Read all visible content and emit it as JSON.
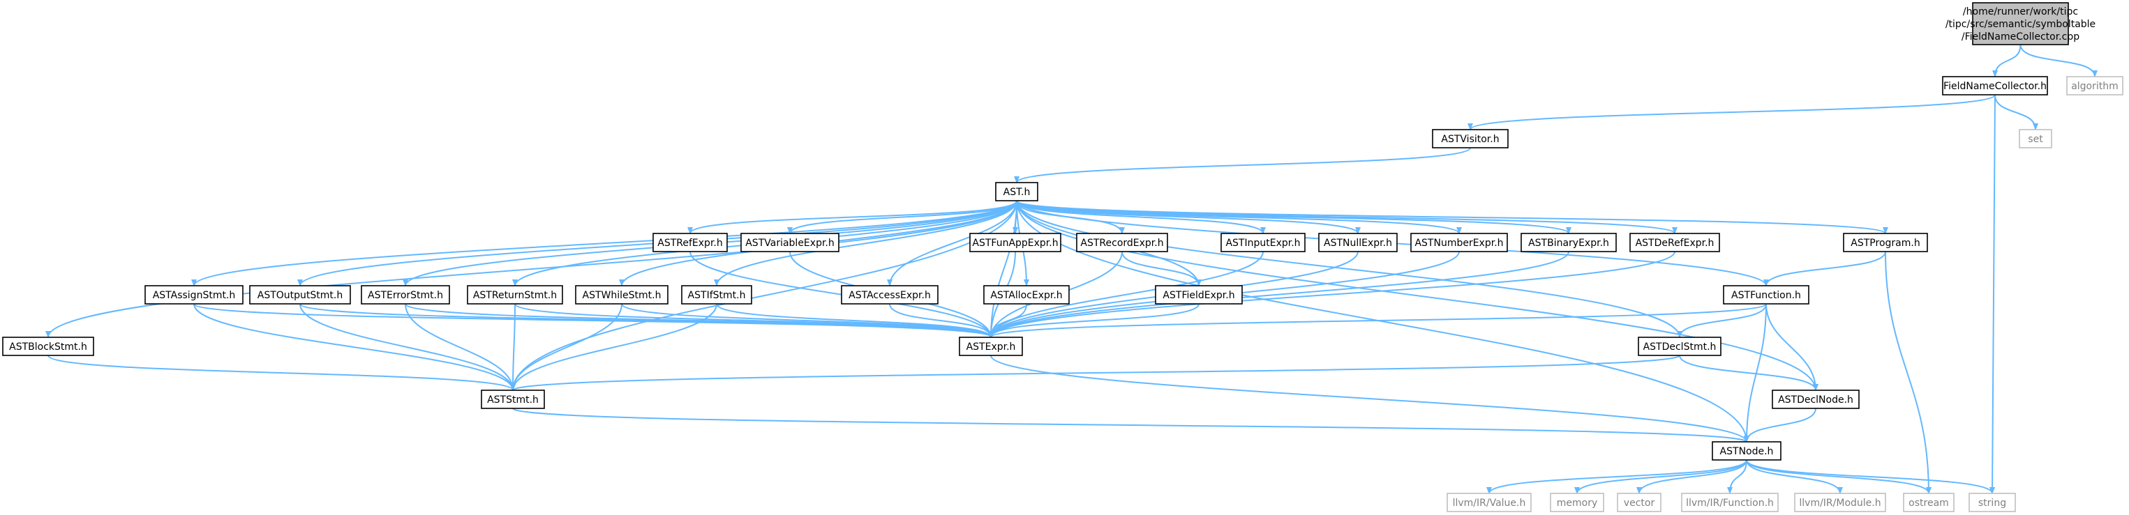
{
  "graph": {
    "colors": {
      "edge": "#63b8ff",
      "root_fill": "#bfbfbf",
      "root_border": "#000000",
      "header_fill": "#ffffff",
      "header_border": "#000000",
      "external_border": "#bfbfbf",
      "external_text": "#808080",
      "text": "#000000"
    },
    "nodes": [
      {
        "id": "root",
        "lines": [
          "/home/runner/work/tipc",
          "/tipc/src/semantic/symboltable",
          "/FieldNameCollector.cpp"
        ],
        "kind": "root"
      },
      {
        "id": "fieldnamecollector_h",
        "lines": [
          "FieldNameCollector.h"
        ],
        "kind": "header"
      },
      {
        "id": "algorithm",
        "lines": [
          "algorithm"
        ],
        "kind": "external"
      },
      {
        "id": "astvisitor_h",
        "lines": [
          "ASTVisitor.h"
        ],
        "kind": "header"
      },
      {
        "id": "set",
        "lines": [
          "set"
        ],
        "kind": "external"
      },
      {
        "id": "ast_h",
        "lines": [
          "AST.h"
        ],
        "kind": "header"
      },
      {
        "id": "astrefexpr_h",
        "lines": [
          "ASTRefExpr.h"
        ],
        "kind": "header"
      },
      {
        "id": "astvariableexpr_h",
        "lines": [
          "ASTVariableExpr.h"
        ],
        "kind": "header"
      },
      {
        "id": "astfunappexpr_h",
        "lines": [
          "ASTFunAppExpr.h"
        ],
        "kind": "header"
      },
      {
        "id": "astrecordexpr_h",
        "lines": [
          "ASTRecordExpr.h"
        ],
        "kind": "header"
      },
      {
        "id": "astinputexpr_h",
        "lines": [
          "ASTInputExpr.h"
        ],
        "kind": "header"
      },
      {
        "id": "astnullexpr_h",
        "lines": [
          "ASTNullExpr.h"
        ],
        "kind": "header"
      },
      {
        "id": "astnumberexpr_h",
        "lines": [
          "ASTNumberExpr.h"
        ],
        "kind": "header"
      },
      {
        "id": "astbinaryexpr_h",
        "lines": [
          "ASTBinaryExpr.h"
        ],
        "kind": "header"
      },
      {
        "id": "astderefexpr_h",
        "lines": [
          "ASTDeRefExpr.h"
        ],
        "kind": "header"
      },
      {
        "id": "astprogram_h",
        "lines": [
          "ASTProgram.h"
        ],
        "kind": "header"
      },
      {
        "id": "astassignstmt_h",
        "lines": [
          "ASTAssignStmt.h"
        ],
        "kind": "header"
      },
      {
        "id": "astoutputstmt_h",
        "lines": [
          "ASTOutputStmt.h"
        ],
        "kind": "header"
      },
      {
        "id": "asterrorstmt_h",
        "lines": [
          "ASTErrorStmt.h"
        ],
        "kind": "header"
      },
      {
        "id": "astreturnstmt_h",
        "lines": [
          "ASTReturnStmt.h"
        ],
        "kind": "header"
      },
      {
        "id": "astwhilestmt_h",
        "lines": [
          "ASTWhileStmt.h"
        ],
        "kind": "header"
      },
      {
        "id": "astifstmt_h",
        "lines": [
          "ASTIfStmt.h"
        ],
        "kind": "header"
      },
      {
        "id": "astaccessexpr_h",
        "lines": [
          "ASTAccessExpr.h"
        ],
        "kind": "header"
      },
      {
        "id": "astallocexpr_h",
        "lines": [
          "ASTAllocExpr.h"
        ],
        "kind": "header"
      },
      {
        "id": "astfieldexpr_h",
        "lines": [
          "ASTFieldExpr.h"
        ],
        "kind": "header"
      },
      {
        "id": "astfunction_h",
        "lines": [
          "ASTFunction.h"
        ],
        "kind": "header"
      },
      {
        "id": "astblockstmt_h",
        "lines": [
          "ASTBlockStmt.h"
        ],
        "kind": "header"
      },
      {
        "id": "astexpr_h",
        "lines": [
          "ASTExpr.h"
        ],
        "kind": "header"
      },
      {
        "id": "astdeclstmt_h",
        "lines": [
          "ASTDeclStmt.h"
        ],
        "kind": "header"
      },
      {
        "id": "aststmt_h",
        "lines": [
          "ASTStmt.h"
        ],
        "kind": "header"
      },
      {
        "id": "astdeclnode_h",
        "lines": [
          "ASTDeclNode.h"
        ],
        "kind": "header"
      },
      {
        "id": "astnode_h",
        "lines": [
          "ASTNode.h"
        ],
        "kind": "header"
      },
      {
        "id": "llvm_value_h",
        "lines": [
          "llvm/IR/Value.h"
        ],
        "kind": "external"
      },
      {
        "id": "memory",
        "lines": [
          "memory"
        ],
        "kind": "external"
      },
      {
        "id": "vector",
        "lines": [
          "vector"
        ],
        "kind": "external"
      },
      {
        "id": "llvm_function_h",
        "lines": [
          "llvm/IR/Function.h"
        ],
        "kind": "external"
      },
      {
        "id": "llvm_module_h",
        "lines": [
          "llvm/IR/Module.h"
        ],
        "kind": "external"
      },
      {
        "id": "ostream",
        "lines": [
          "ostream"
        ],
        "kind": "external"
      },
      {
        "id": "string",
        "lines": [
          "string"
        ],
        "kind": "external"
      }
    ],
    "edges": [
      [
        "root",
        "fieldnamecollector_h"
      ],
      [
        "root",
        "algorithm"
      ],
      [
        "fieldnamecollector_h",
        "astvisitor_h"
      ],
      [
        "fieldnamecollector_h",
        "set"
      ],
      [
        "fieldnamecollector_h",
        "string"
      ],
      [
        "astvisitor_h",
        "ast_h"
      ],
      [
        "ast_h",
        "astrefexpr_h"
      ],
      [
        "ast_h",
        "astvariableexpr_h"
      ],
      [
        "ast_h",
        "astfunappexpr_h"
      ],
      [
        "ast_h",
        "astrecordexpr_h"
      ],
      [
        "ast_h",
        "astinputexpr_h"
      ],
      [
        "ast_h",
        "astnullexpr_h"
      ],
      [
        "ast_h",
        "astnumberexpr_h"
      ],
      [
        "ast_h",
        "astbinaryexpr_h"
      ],
      [
        "ast_h",
        "astderefexpr_h"
      ],
      [
        "ast_h",
        "astprogram_h"
      ],
      [
        "ast_h",
        "astassignstmt_h"
      ],
      [
        "ast_h",
        "astoutputstmt_h"
      ],
      [
        "ast_h",
        "asterrorstmt_h"
      ],
      [
        "ast_h",
        "astreturnstmt_h"
      ],
      [
        "ast_h",
        "astwhilestmt_h"
      ],
      [
        "ast_h",
        "astifstmt_h"
      ],
      [
        "ast_h",
        "astaccessexpr_h"
      ],
      [
        "ast_h",
        "astallocexpr_h"
      ],
      [
        "ast_h",
        "astfieldexpr_h"
      ],
      [
        "ast_h",
        "astfunction_h"
      ],
      [
        "ast_h",
        "astblockstmt_h"
      ],
      [
        "ast_h",
        "astexpr_h"
      ],
      [
        "ast_h",
        "astdeclstmt_h"
      ],
      [
        "ast_h",
        "aststmt_h"
      ],
      [
        "ast_h",
        "astdeclnode_h"
      ],
      [
        "ast_h",
        "astnode_h"
      ],
      [
        "astrefexpr_h",
        "astexpr_h"
      ],
      [
        "astvariableexpr_h",
        "astexpr_h"
      ],
      [
        "astfunappexpr_h",
        "astexpr_h"
      ],
      [
        "astrecordexpr_h",
        "astexpr_h"
      ],
      [
        "astrecordexpr_h",
        "astfieldexpr_h"
      ],
      [
        "astinputexpr_h",
        "astexpr_h"
      ],
      [
        "astnullexpr_h",
        "astexpr_h"
      ],
      [
        "astnumberexpr_h",
        "astexpr_h"
      ],
      [
        "astbinaryexpr_h",
        "astexpr_h"
      ],
      [
        "astderefexpr_h",
        "astexpr_h"
      ],
      [
        "astprogram_h",
        "astfunction_h"
      ],
      [
        "astprogram_h",
        "ostream"
      ],
      [
        "astassignstmt_h",
        "astexpr_h"
      ],
      [
        "astassignstmt_h",
        "aststmt_h"
      ],
      [
        "astoutputstmt_h",
        "astexpr_h"
      ],
      [
        "astoutputstmt_h",
        "aststmt_h"
      ],
      [
        "asterrorstmt_h",
        "astexpr_h"
      ],
      [
        "asterrorstmt_h",
        "aststmt_h"
      ],
      [
        "astreturnstmt_h",
        "astexpr_h"
      ],
      [
        "astreturnstmt_h",
        "aststmt_h"
      ],
      [
        "astwhilestmt_h",
        "astexpr_h"
      ],
      [
        "astwhilestmt_h",
        "aststmt_h"
      ],
      [
        "astifstmt_h",
        "astexpr_h"
      ],
      [
        "astifstmt_h",
        "aststmt_h"
      ],
      [
        "astaccessexpr_h",
        "astexpr_h"
      ],
      [
        "astallocexpr_h",
        "astexpr_h"
      ],
      [
        "astfieldexpr_h",
        "astexpr_h"
      ],
      [
        "astfunction_h",
        "astexpr_h"
      ],
      [
        "astfunction_h",
        "astdeclstmt_h"
      ],
      [
        "astfunction_h",
        "astdeclnode_h"
      ],
      [
        "astfunction_h",
        "astnode_h"
      ],
      [
        "astblockstmt_h",
        "aststmt_h"
      ],
      [
        "astexpr_h",
        "astnode_h"
      ],
      [
        "astdeclstmt_h",
        "aststmt_h"
      ],
      [
        "astdeclstmt_h",
        "astdeclnode_h"
      ],
      [
        "aststmt_h",
        "astnode_h"
      ],
      [
        "astdeclnode_h",
        "astnode_h"
      ],
      [
        "astnode_h",
        "llvm_value_h"
      ],
      [
        "astnode_h",
        "memory"
      ],
      [
        "astnode_h",
        "vector"
      ],
      [
        "astnode_h",
        "llvm_function_h"
      ],
      [
        "astnode_h",
        "llvm_module_h"
      ],
      [
        "astnode_h",
        "ostream"
      ],
      [
        "astnode_h",
        "string"
      ]
    ]
  }
}
